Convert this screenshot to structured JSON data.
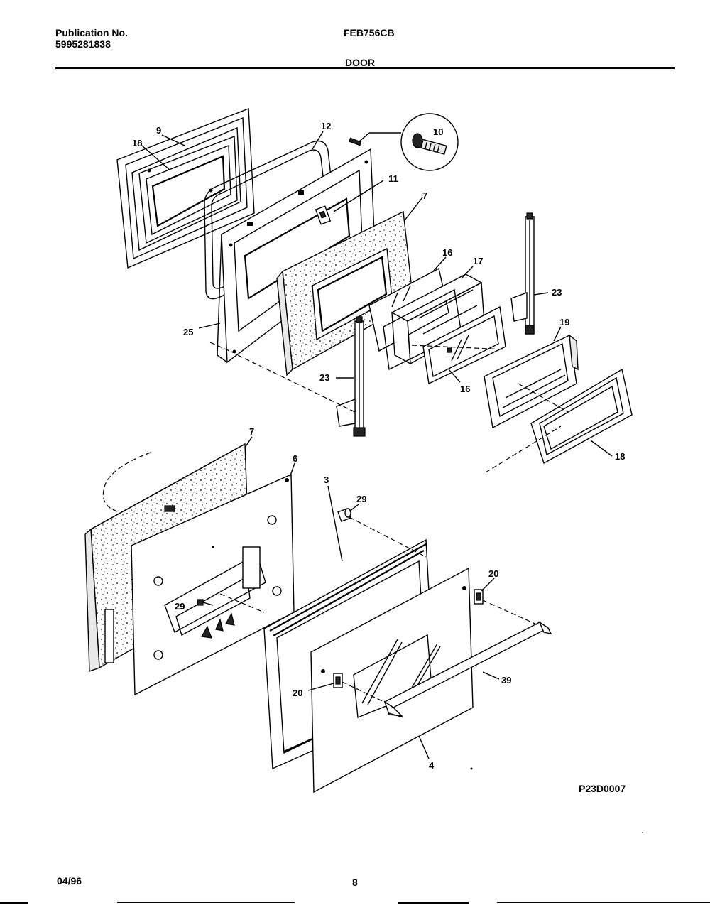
{
  "header": {
    "publication_label": "Publication No.",
    "publication_number": "5995281838",
    "model": "FEB756CB",
    "section": "DOOR"
  },
  "footer": {
    "date": "04/96",
    "page": "8",
    "diagram_code": "P23D0007"
  },
  "callouts": {
    "c9": "9",
    "c18a": "18",
    "c12": "12",
    "c10": "10",
    "c11": "11",
    "c7a": "7",
    "c16a": "16",
    "c17": "17",
    "c23a": "23",
    "c25": "25",
    "c23b": "23",
    "c19": "19",
    "c16b": "16",
    "c18b": "18",
    "c7b": "7",
    "c6": "6",
    "c29a": "29",
    "c3": "3",
    "c20a": "20",
    "c29b": "29",
    "c20b": "20",
    "c39": "39",
    "c4": "4"
  }
}
